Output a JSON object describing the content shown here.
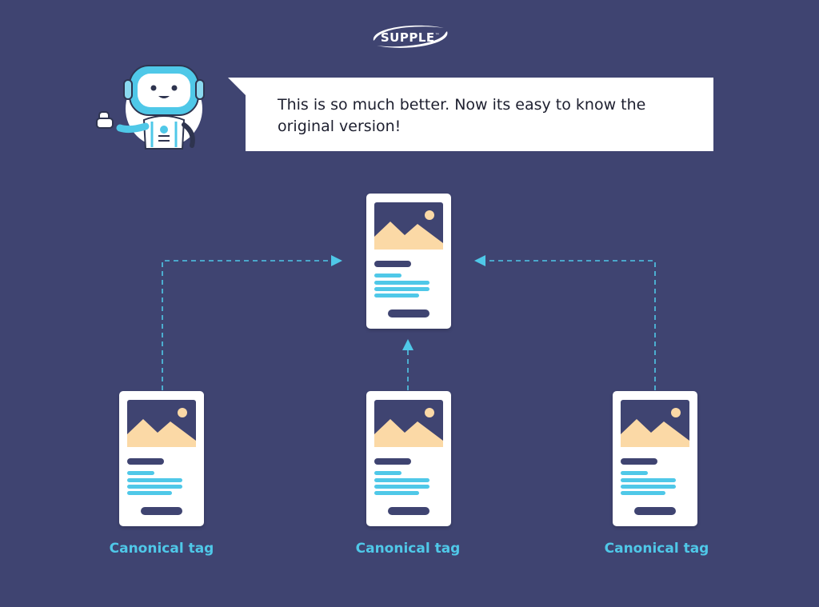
{
  "logo": {
    "text": "SUPPLE",
    "mark": "™"
  },
  "bubble": {
    "text": "This is so much better. Now its easy to know the original version!"
  },
  "cards": {
    "top": {
      "label": ""
    },
    "left": {
      "label": "Canonical tag"
    },
    "center": {
      "label": "Canonical tag"
    },
    "right": {
      "label": "Canonical tag"
    }
  },
  "colors": {
    "background": "#3f4471",
    "accent": "#4fc8e8",
    "image_placeholder": "#fbd9a6",
    "card": "#ffffff",
    "dark_bar": "#3f4471"
  },
  "icons": [
    "robot-mascot-icon",
    "image-placeholder-icon",
    "arrow-head-icon"
  ]
}
